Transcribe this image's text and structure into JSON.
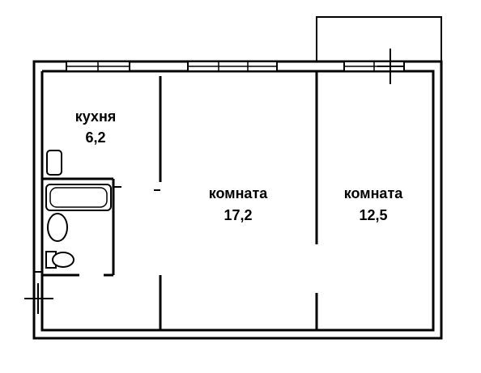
{
  "rooms": [
    {
      "id": "kitchen",
      "label": "кухня",
      "area": "6,2"
    },
    {
      "id": "room-center",
      "label": "комната",
      "area": "17,2"
    },
    {
      "id": "room-right",
      "label": "комната",
      "area": "12,5"
    }
  ],
  "colors": {
    "line": "#000000",
    "background": "#ffffff"
  },
  "icons": [
    "window",
    "balcony",
    "bathtub",
    "toilet",
    "sink",
    "stove",
    "entrance-cross"
  ]
}
